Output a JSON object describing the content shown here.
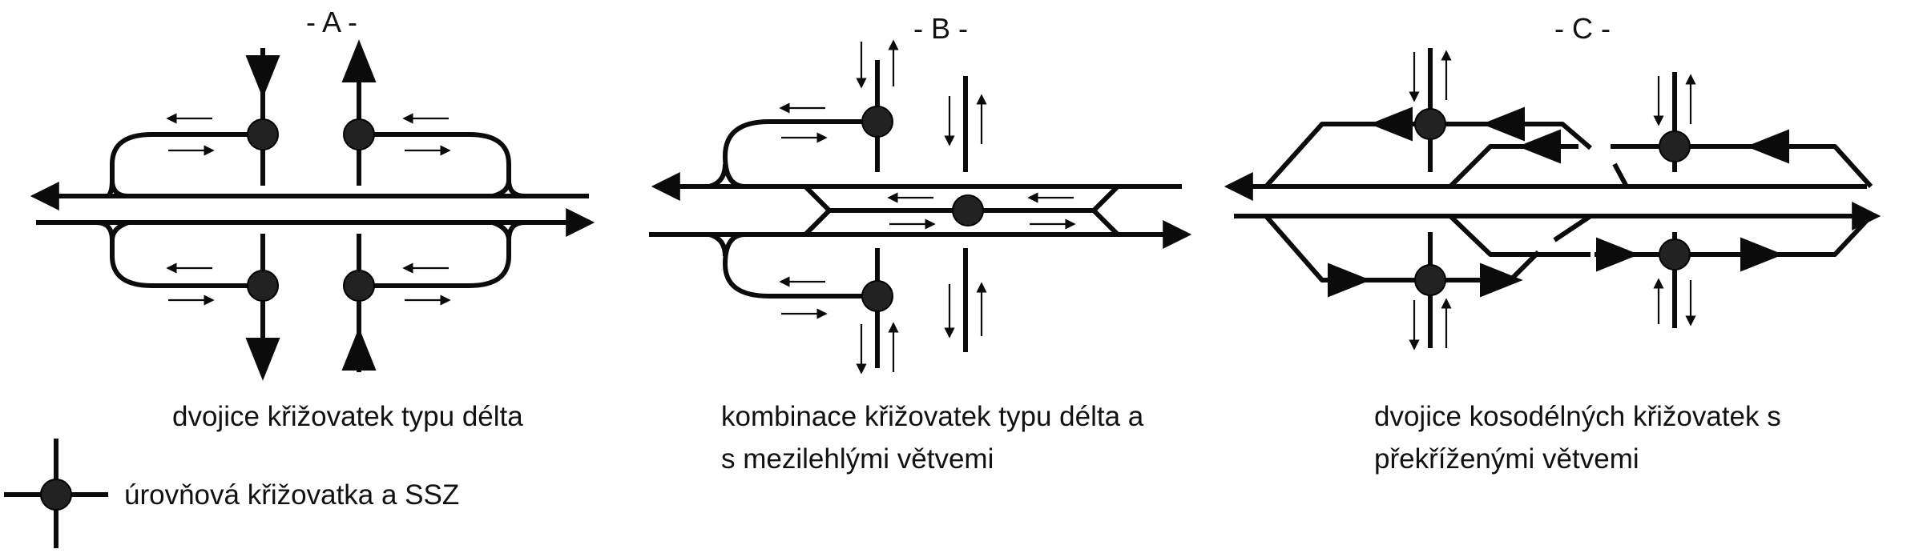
{
  "panels": {
    "a": {
      "title": "- A -",
      "caption": "dvojice křižovatek typu délta"
    },
    "b": {
      "title": "- B -",
      "caption_line1": "kombinace křižovatek typu délta a",
      "caption_line2": "s mezilehlými větvemi"
    },
    "c": {
      "title": "- C -",
      "caption_line1": "dvojice kosodélných křižovatek s",
      "caption_line2": "překříženými větvemi"
    }
  },
  "legend": {
    "label": "úrovňová křižovatka a SSZ"
  },
  "colors": {
    "ink": "#0b0b0b",
    "node_fill": "#222222",
    "background": "#ffffff"
  }
}
